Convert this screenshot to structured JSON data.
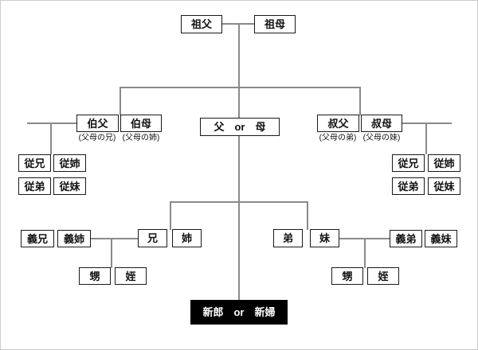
{
  "canvas": {
    "background": "#ffffff",
    "frame_border": "#cccccc",
    "line_color": "#8a8a8a",
    "box_border": "#1a1a1a",
    "highlight_bg": "#000000",
    "highlight_text": "#ffffff"
  },
  "nodes": {
    "grandfather": {
      "label": "祖父"
    },
    "grandmother": {
      "label": "祖母"
    },
    "uncle_elder": {
      "label": "伯父",
      "caption": "(父母の兄)"
    },
    "aunt_elder": {
      "label": "伯母",
      "caption": "(父母の姉)"
    },
    "father_or_mother": {
      "label": "父　or　母"
    },
    "uncle_younger": {
      "label": "叔父",
      "caption": "(父母の弟)"
    },
    "aunt_younger": {
      "label": "叔母",
      "caption": "(父母の妹)"
    },
    "cousins_left": {
      "elder_male": "従兄",
      "elder_female": "従姉",
      "younger_male": "従弟",
      "younger_female": "従妹"
    },
    "cousins_right": {
      "elder_male": "従兄",
      "elder_female": "従姉",
      "younger_male": "従弟",
      "younger_female": "従妹"
    },
    "brother_in_law_elder": {
      "label": "義兄"
    },
    "sister_in_law_elder": {
      "label": "義姉"
    },
    "elder_brother": {
      "label": "兄"
    },
    "elder_sister": {
      "label": "姉"
    },
    "younger_brother": {
      "label": "弟"
    },
    "younger_sister": {
      "label": "妹"
    },
    "brother_in_law_younger": {
      "label": "義弟"
    },
    "sister_in_law_younger": {
      "label": "義妹"
    },
    "nephew_left": {
      "label": "甥"
    },
    "niece_left": {
      "label": "姪"
    },
    "nephew_right": {
      "label": "甥"
    },
    "niece_right": {
      "label": "姪"
    },
    "bride_groom": {
      "label": "新郎　or　新婦"
    }
  }
}
